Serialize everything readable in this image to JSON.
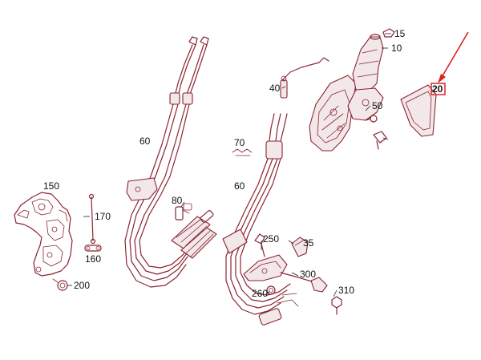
{
  "colors": {
    "part_outline": "#8a2430",
    "label_text": "#111111",
    "highlight": "#e02020",
    "background": "#ffffff"
  },
  "callouts": {
    "c10": "10",
    "c15": "15",
    "c20": "20",
    "c35": "35",
    "c40": "40",
    "c50": "50",
    "c60_left": "60",
    "c60_right": "60",
    "c70": "70",
    "c80": "80",
    "c150": "150",
    "c160": "160",
    "c170": "170",
    "c200": "200",
    "c250": "250",
    "c260": "260",
    "c300": "300",
    "c310": "310"
  },
  "highlighted_callout": "20"
}
